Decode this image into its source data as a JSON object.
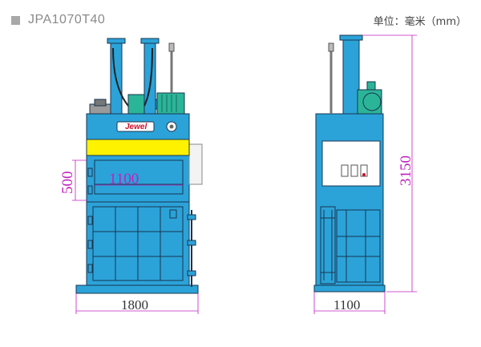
{
  "header": {
    "model": "JPA1070T40",
    "unit_label": "单位：毫米（mm）"
  },
  "drawing": {
    "brand_logo_text": "Jewel",
    "front_width": "1800",
    "inner_width": "1100",
    "chamber_height": "500",
    "side_depth": "1100",
    "total_height": "3150"
  },
  "colors": {
    "machine_blue": "#2ba3d9",
    "outline": "#1a3550",
    "yellow_band": "#fff200",
    "dimension_magenta": "#c020c0"
  }
}
